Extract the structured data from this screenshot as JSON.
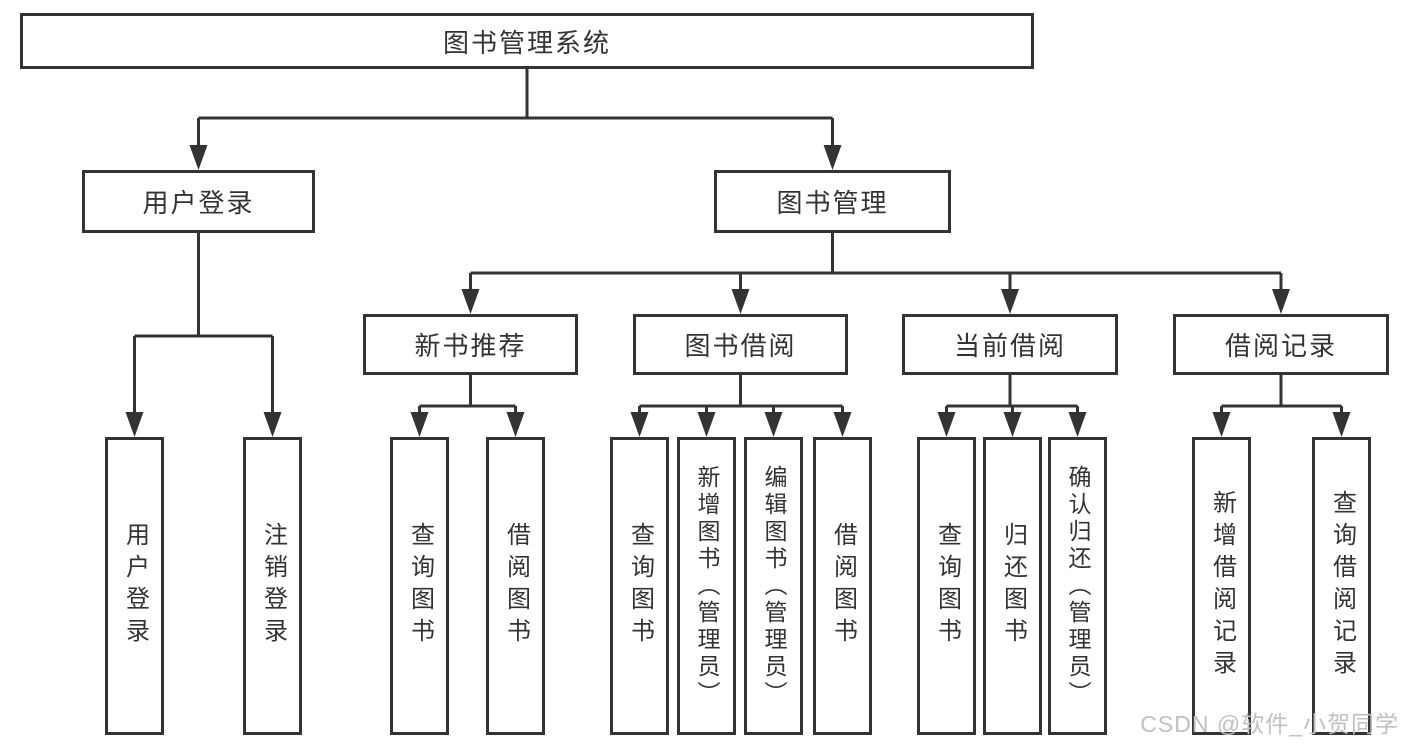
{
  "diagram": {
    "root": {
      "label": "图书管理系统"
    },
    "branches": [
      {
        "label": "用户登录",
        "children": [
          {
            "label": "用户登录"
          },
          {
            "label": "注销登录"
          }
        ]
      },
      {
        "label": "图书管理",
        "children": [
          {
            "label": "新书推荐",
            "children": [
              {
                "label": "查询图书"
              },
              {
                "label": "借阅图书"
              }
            ]
          },
          {
            "label": "图书借阅",
            "children": [
              {
                "label": "查询图书"
              },
              {
                "label": "新增图书（管理员）"
              },
              {
                "label": "编辑图书（管理员）"
              },
              {
                "label": "借阅图书"
              }
            ]
          },
          {
            "label": "当前借阅",
            "children": [
              {
                "label": "查询图书"
              },
              {
                "label": "归还图书"
              },
              {
                "label": "确认归还（管理员）"
              }
            ]
          },
          {
            "label": "借阅记录",
            "children": [
              {
                "label": "新增借阅记录"
              },
              {
                "label": "查询借阅记录"
              }
            ]
          }
        ]
      }
    ]
  },
  "watermark": {
    "text": "CSDN @软件_小贺同学"
  },
  "colors": {
    "line": "#333333",
    "text": "#333333",
    "background": "#ffffff",
    "watermark": "#c0c0c0"
  }
}
